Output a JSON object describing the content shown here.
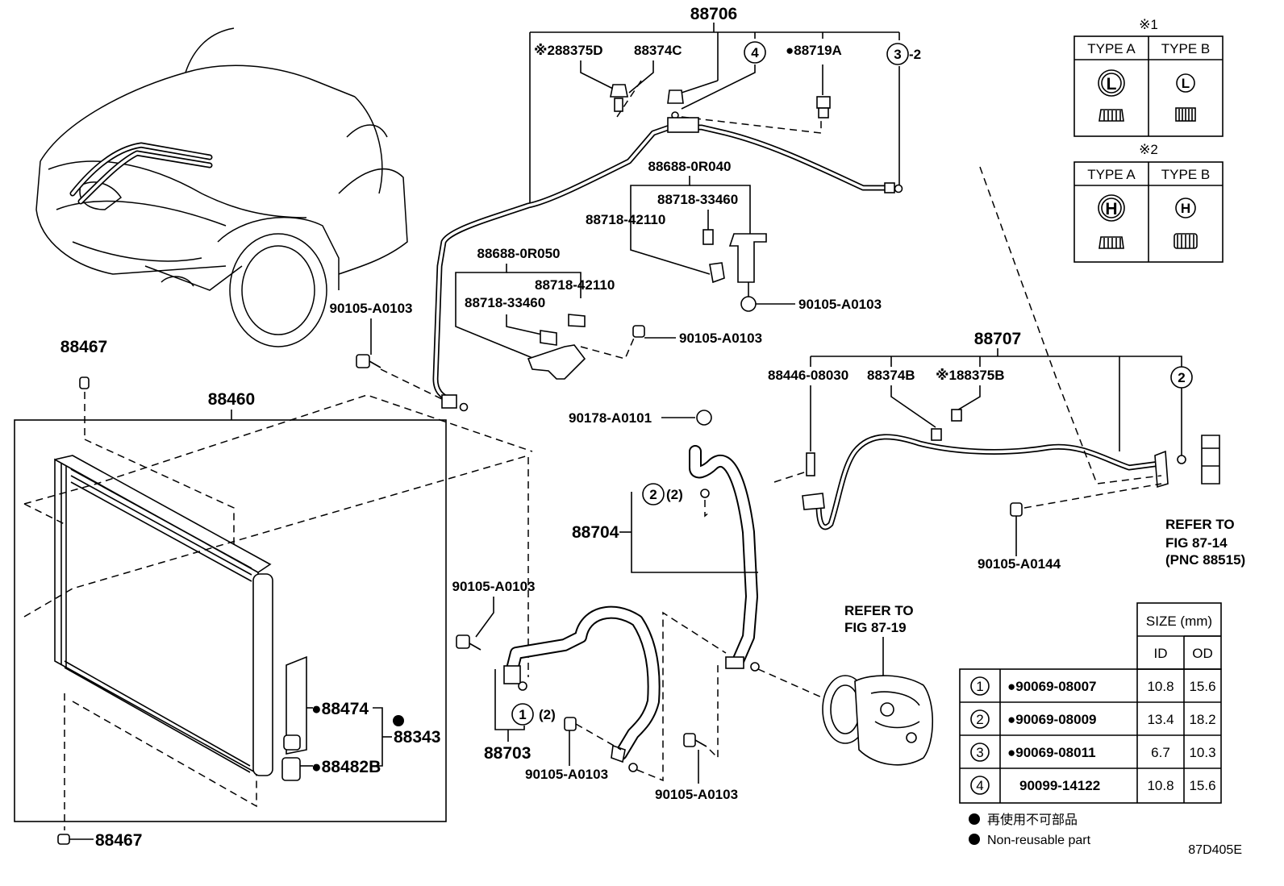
{
  "labels": {
    "p88706": "88706",
    "p88375D": "※288375D",
    "p88374C": "88374C",
    "p88719A": "●88719A",
    "circle4_top": "4",
    "circle3_top": "3",
    "suffix3": "-2",
    "p88688_0R040": "88688-0R040",
    "p88718_33460_a": "88718-33460",
    "p88718_42110_a": "88718-42110",
    "p88688_0R050": "88688-0R050",
    "p88718_42110_b": "88718-42110",
    "p88718_33460_b": "88718-33460",
    "p90105_A0103_a": "90105-A0103",
    "p90105_A0103_b": "90105-A0103",
    "p90105_A0103_c": "90105-A0103",
    "p90105_A0103_d": "90105-A0103",
    "p90105_A0103_e": "90105-A0103",
    "p90105_A0103_f": "90105-A0103",
    "p88467_top": "88467",
    "p88467_bottom": "88467",
    "p88460": "88460",
    "p88707": "88707",
    "p88446": "88446-08030",
    "p88374B": "88374B",
    "p88375B": "※188375B",
    "circle2_r": "2",
    "p90178": "90178-A0101",
    "circle2_hose": "2",
    "suffix2_hose": "(2)",
    "p88704": "88704",
    "p90105_A0144": "90105-A0144",
    "refer1_l1": "REFER TO",
    "refer1_l2": "FIG 87-14",
    "refer1_l3": "(PNC 88515)",
    "refer2_l1": "REFER TO",
    "refer2_l2": "FIG 87-19",
    "p88474": "●88474",
    "p88343": "88343",
    "p88482B": "●88482B",
    "circle1": "1",
    "suffix1": "(2)",
    "p88703": "88703",
    "diagram_id": "87D405E"
  },
  "type_tables": [
    {
      "mark": "※1",
      "col_a": "TYPE A",
      "col_b": "TYPE B",
      "glyph_a": "L",
      "glyph_b": "L"
    },
    {
      "mark": "※2",
      "col_a": "TYPE A",
      "col_b": "TYPE B",
      "glyph_a": "H",
      "glyph_b": "H"
    }
  ],
  "size_table": {
    "header": "SIZE (mm)",
    "col_id": "ID",
    "col_od": "OD",
    "rows": [
      {
        "num": "1",
        "part": "●90069-08007",
        "id": "10.8",
        "od": "15.6"
      },
      {
        "num": "2",
        "part": "●90069-08009",
        "id": "13.4",
        "od": "18.2"
      },
      {
        "num": "3",
        "part": "●90069-08011",
        "id": "6.7",
        "od": "10.3"
      },
      {
        "num": "4",
        "part": "90099-14122",
        "id": "10.8",
        "od": "15.6"
      }
    ]
  },
  "legend": {
    "jp": "再使用不可部品",
    "en": "Non-reusable part"
  }
}
